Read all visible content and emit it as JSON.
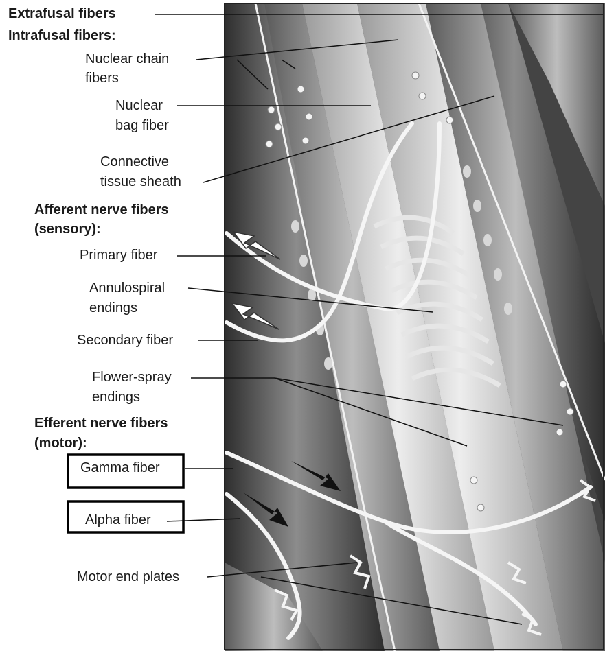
{
  "headings": {
    "extrafusal": "Extrafusal fibers",
    "intrafusal": "Intrafusal fibers:",
    "afferent_1": "Afferent nerve fibers",
    "afferent_2": "(sensory):",
    "efferent_1": "Efferent nerve fibers",
    "efferent_2": "(motor):"
  },
  "labels": {
    "nuclear_chain_1": "Nuclear chain",
    "nuclear_chain_2": "fibers",
    "nuclear_bag_1": "Nuclear",
    "nuclear_bag_2": "bag fiber",
    "connective_1": "Connective",
    "connective_2": "tissue sheath",
    "primary": "Primary fiber",
    "annulo_1": "Annulospiral",
    "annulo_2": "endings",
    "secondary": "Secondary fiber",
    "flower_1": "Flower-spray",
    "flower_2": "endings",
    "gamma": "Gamma fiber",
    "alpha": "Alpha fiber",
    "motor_end": "Motor end plates"
  },
  "colors": {
    "background": "#ffffff",
    "illustration_dark": "#3a3a3a",
    "fiber_mid": "#8a8a8a",
    "fiber_light": "#d2d2d2",
    "label_text": "#1a1a1a",
    "highlight_box": "#000000"
  }
}
